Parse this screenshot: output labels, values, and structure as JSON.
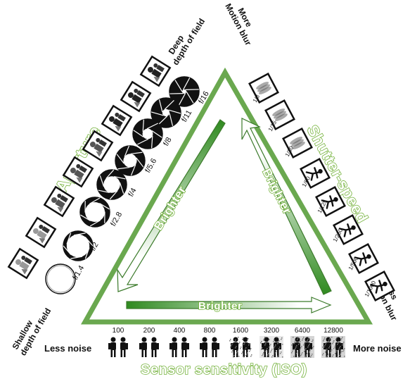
{
  "aperture": {
    "title": "Aperture",
    "deep_line1": "Deep",
    "deep_line2": "depth of field",
    "shallow_line1": "Shallow",
    "shallow_line2": "depth of field",
    "stops": [
      "f/16",
      "f/11",
      "f/8",
      "f/5.6",
      "f/4",
      "f/2.8",
      "f/2",
      "f/1.4"
    ]
  },
  "shutter": {
    "title": "Shutter-speed",
    "more_line1": "More",
    "more_line2": "Motion blur",
    "less_line1": "Less",
    "less_line2": "Motion blur",
    "speeds": [
      "1/8",
      "1/15",
      "1/30",
      "1/60",
      "1/125",
      "1/250",
      "1/500",
      "1/1000"
    ]
  },
  "iso": {
    "title": "Sensor sensitivity (ISO)",
    "less_noise": "Less noise",
    "more_noise": "More noise",
    "values": [
      "100",
      "200",
      "400",
      "800",
      "1600",
      "3200",
      "6400",
      "12800"
    ]
  },
  "arrows": {
    "left": "Brighter",
    "right": "Brighter",
    "bottom": "Brighter"
  },
  "colors": {
    "green": "#6aa84f",
    "green_dark": "#2f8a1f",
    "title_stroke": "#76b33e"
  }
}
